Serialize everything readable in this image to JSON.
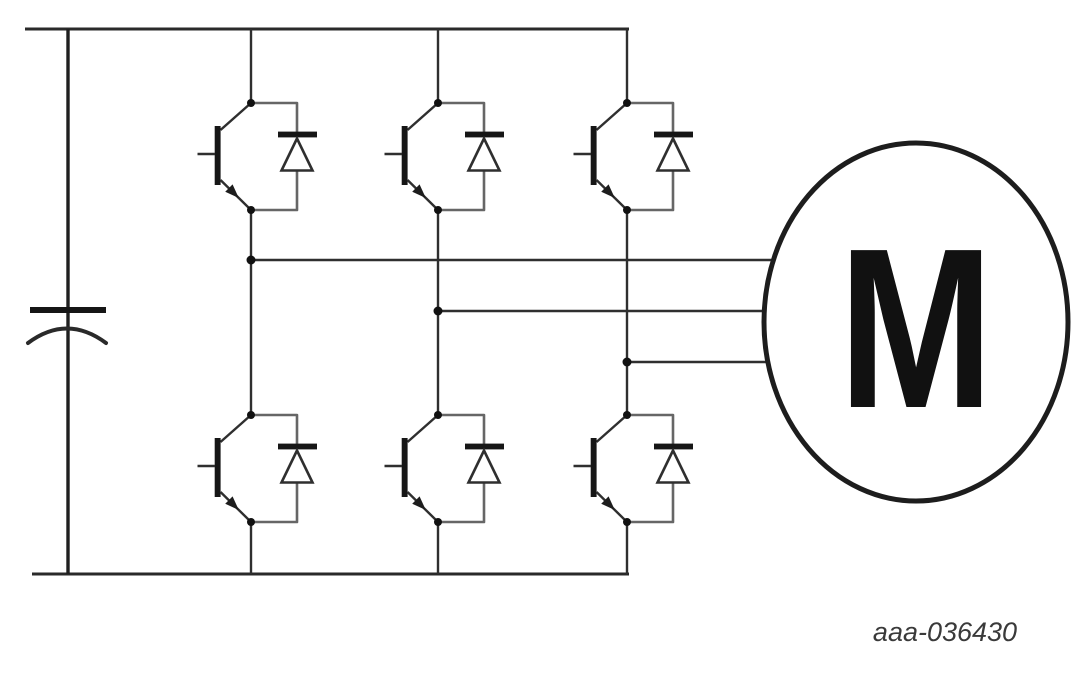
{
  "figure": {
    "label": "aaa-036430",
    "kind": "three-phase-inverter-with-motor-schematic"
  },
  "motor": {
    "label": "M"
  },
  "components": {
    "dc_link_capacitor": "polarized-capacitor",
    "switch_cell": "igbt-with-antiparallel-diode",
    "switch_cells": [
      "igbt-high-side-phase1",
      "igbt-high-side-phase2",
      "igbt-high-side-phase3",
      "igbt-low-side-phase1",
      "igbt-low-side-phase2",
      "igbt-low-side-phase3"
    ],
    "phase_count": 3
  },
  "colors": {
    "background": "#ffffff",
    "wire": "#2f2f2f",
    "component_solid": "#161616",
    "diode_branch_wire": "#666666",
    "label_text": "#3a3a3a"
  }
}
